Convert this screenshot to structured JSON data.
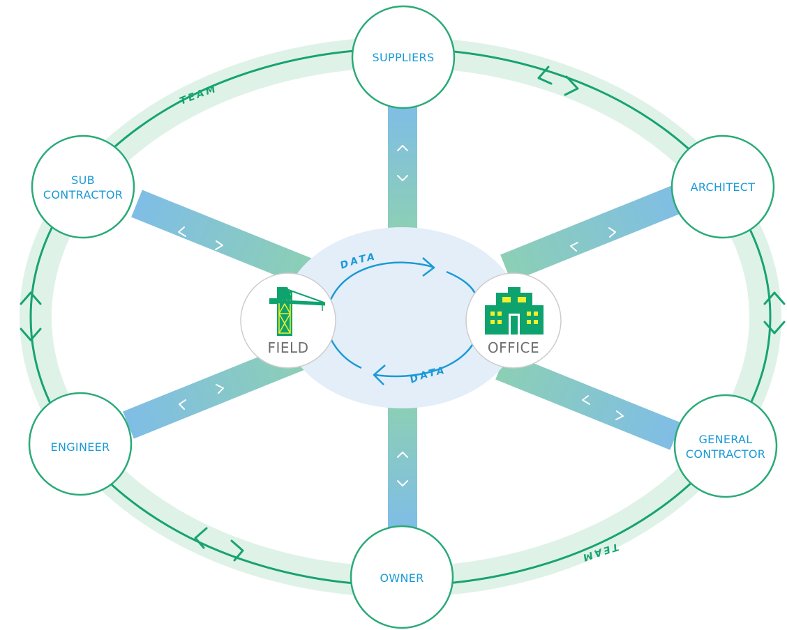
{
  "diagram": {
    "ring_label_top": "TEAM",
    "ring_label_bottom": "TEAM",
    "flow_label_top": "DATA",
    "flow_label_bottom": "DATA",
    "hubs": {
      "field": "FIELD",
      "office": "OFFICE"
    },
    "nodes": {
      "suppliers": "SUPPLIERS",
      "sub_contractor_1": "SUB",
      "sub_contractor_2": "CONTRACTOR",
      "architect": "ARCHITECT",
      "engineer": "ENGINEER",
      "general_contractor_1": "GENERAL",
      "general_contractor_2": "CONTRACTOR",
      "owner": "OWNER"
    },
    "colors": {
      "ring_fill": "#dff2e8",
      "ring_line": "#17a372",
      "node_stroke": "#2aaa78",
      "node_text": "#1a9ad6",
      "spoke_blue": "#7fbde6",
      "spoke_green": "#8ccfb5",
      "center_fill": "#e4eef9",
      "flow_line": "#1a9ad6",
      "hub_stroke": "#cccccc",
      "hub_text": "#6d6e70",
      "icon_green": "#0ea36e",
      "icon_yellow": "#f3ef2b"
    }
  }
}
